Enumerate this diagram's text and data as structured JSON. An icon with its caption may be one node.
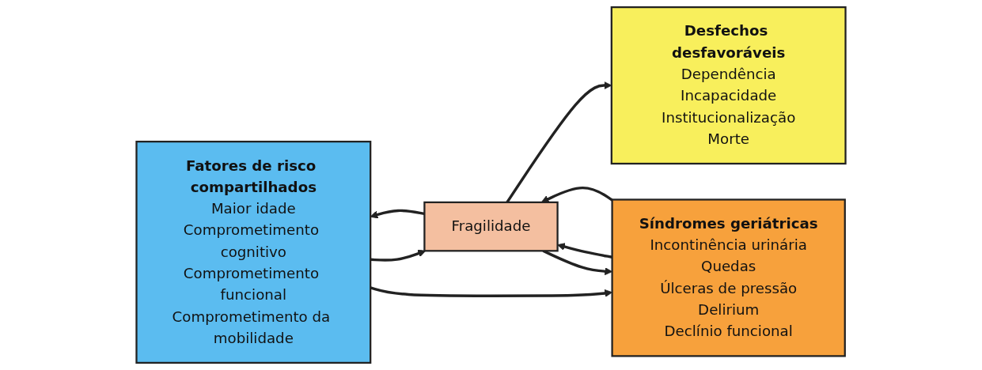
{
  "diagram": {
    "nodes": [
      {
        "text": [
          "Fatores de risco compartilhados",
          "Maior idade",
          "Comprometimento cognitivo",
          "Comprometimento funcional",
          "Comprometimento da mobilidade"
        ]
      },
      {
        "text": [
          "Síndromes geriátricas",
          "Incontinência urinária",
          "Quedas",
          "Úlceras de pressão",
          "Delirium",
          "Declínio funcional"
        ]
      },
      {
        "text": [
          "Fragilidade"
        ]
      },
      {
        "text": [
          "Desfechos desfavoráveis",
          "Dependência",
          "Incapacidade",
          "Institucionalização",
          "Morte"
        ]
      }
    ],
    "edges": [
      {
        "from": 0,
        "to": 2,
        "arrow": "to"
      },
      {
        "from": 1,
        "to": 2,
        "arrow": "to"
      },
      {
        "from": 0,
        "to": 1,
        "arrow": "to"
      },
      {
        "from": 1,
        "to": 2,
        "arrow": "to"
      },
      {
        "from": 2,
        "to": 3,
        "arrow": "to"
      },
      {
        "from": 2,
        "to": 0,
        "arrow": "to"
      },
      {
        "from": 2,
        "to": 1,
        "arrow": "to"
      }
    ]
  }
}
